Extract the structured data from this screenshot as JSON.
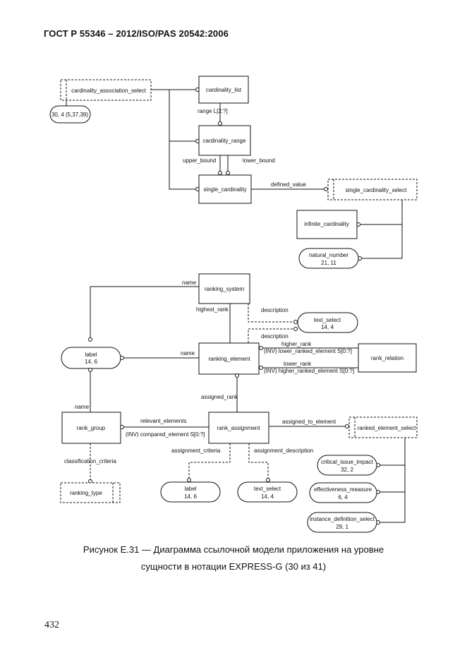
{
  "header": {
    "title": "ГОСТ Р 55346 – 2012/ISO/PAS 20542:2006"
  },
  "caption": {
    "line1": "Рисунок E.31 — Диаграмма ссылочной модели приложения на уровне",
    "line2": "сущности в нотации EXPRESS-G (30 из 41)"
  },
  "page_number": "432",
  "diagram": {
    "entities": {
      "cardinality_list": "cardinality_list",
      "cardinality_range": "cardinality_range",
      "single_cardinality": "single_cardinality",
      "infinite_cardinality": "infinite_cardinality",
      "ranking_system": "ranking_system",
      "ranking_element": "ranking_element",
      "rank_relation": "rank_relation",
      "rank_group": "rank_group",
      "rank_assignment": "rank_assignment"
    },
    "selects": {
      "cardinality_association_select": "cardinality_association_select",
      "single_cardinality_select": "single_cardinality_select",
      "ranked_element_select": "ranked_element_select",
      "ranking_type": "ranking_type"
    },
    "refs": {
      "ref_30_4": "30, 4 (5,37,39)",
      "natural_number": "natural_number",
      "natural_number_page": "21, 11",
      "text_select": "text_select",
      "text_select_page": "14, 4",
      "label": "label",
      "label_page": "14, 6",
      "label2": "label",
      "label2_page": "14, 6",
      "text_select2": "text_select",
      "text_select2_page": "14, 4",
      "critical_issue_impact": "critical_issue_impact",
      "critical_issue_impact_page": "32, 2",
      "effectiveness_measure": "effectiveness_measure",
      "effectiveness_measure_page": "6, 4",
      "instance_definition_select": "instance_definition_select",
      "instance_definition_select_page": "29, 1"
    },
    "relations": {
      "range": "range L[2:?]",
      "upper_bound": "upper_bound",
      "lower_bound": "lower_bound",
      "defined_value": "defined_value",
      "name1": "name",
      "highest_rank": "highest_rank",
      "description1": "description",
      "description2": "description",
      "name2": "name",
      "higher_rank": "higher_rank",
      "inv_lower": "(INV) lower_ranked_element S[0:?]",
      "lower_rank": "lower_rank",
      "inv_higher": "(INV) higher_ranked_element S[0:?]",
      "assigned_rank": "assigned_rank",
      "name3": "name",
      "relevant_elements": "relevant_elements",
      "inv_compared": "(INV) compared_element S[0:?]",
      "assigned_to_element": "assigned_to_element",
      "assignment_criteria": "assignment_criteria",
      "assignment_description": "assignment_description",
      "classification_criteria": "classification_criteria"
    }
  }
}
